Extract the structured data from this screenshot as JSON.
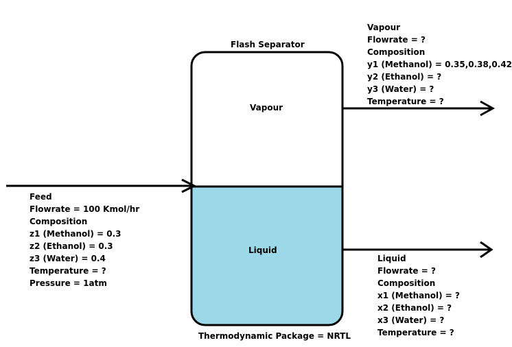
{
  "title": "Flash Separator",
  "vessel": {
    "vapour_label": "Vapour",
    "liquid_label": "Liquid",
    "liquid_color": "#9bd8e8"
  },
  "feed": {
    "title": "Feed",
    "flowrate": "Flowrate = 100 Kmol/hr",
    "composition_label": "Composition",
    "z1": "z1 (Methanol) = 0.3",
    "z2": "z2 (Ethanol) = 0.3",
    "z3": "z3 (Water) = 0.4",
    "temperature": "Temperature = ?",
    "pressure": "Pressure = 1atm"
  },
  "vapour_stream": {
    "title": "Vapour",
    "flowrate": "Flowrate = ?",
    "composition_label": "Composition",
    "y1": "y1 (Methanol) =  0.35,0.38,0.42",
    "y2": "y2 (Ethanol) = ?",
    "y3": "y3 (Water) = ?",
    "temperature": "Temperature = ?"
  },
  "liquid_stream": {
    "title": "Liquid",
    "flowrate": "Flowrate = ?",
    "composition_label": "Composition",
    "x1": "x1 (Methanol) = ?",
    "x2": "x2 (Ethanol) = ?",
    "x3": "x3 (Water) = ?",
    "temperature": "Temperature = ?"
  },
  "thermo_package": "Thermodynamic Package = NRTL"
}
